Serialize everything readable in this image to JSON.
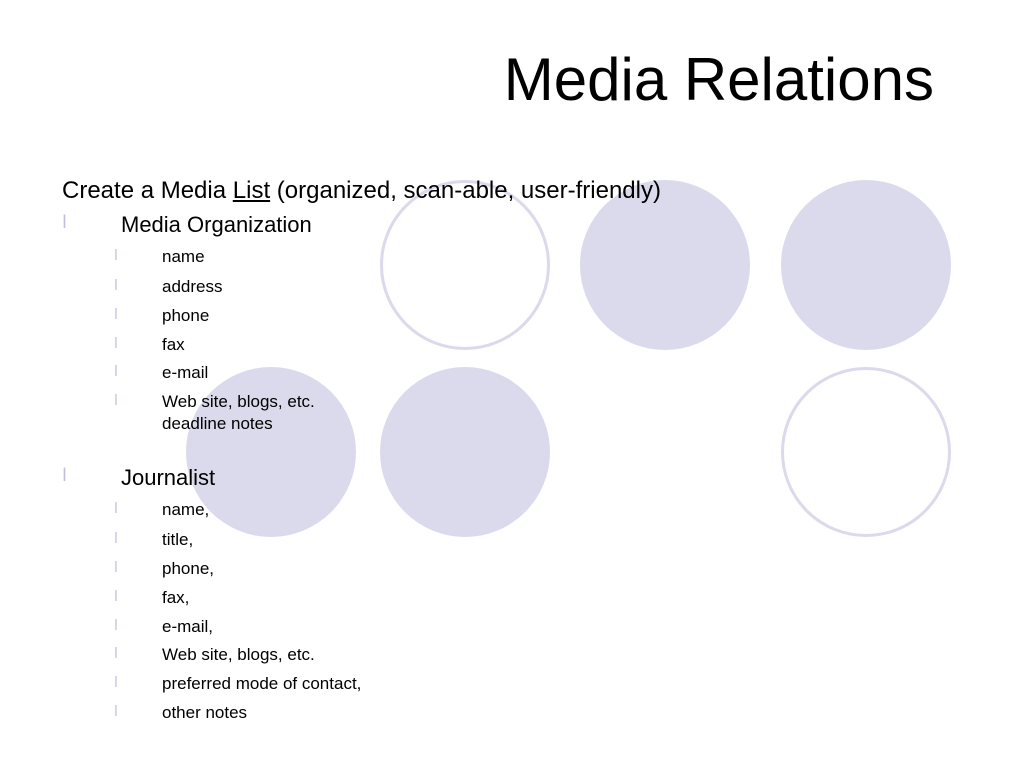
{
  "slide": {
    "title": "Media Relations",
    "intro": {
      "before": "Create a Media ",
      "link_word": "List",
      "after": " (organized, scan-able, user-friendly)"
    },
    "bullet_glyph": "l",
    "sections": [
      {
        "heading": "Media Organization",
        "items": [
          "name",
          "address",
          "phone",
          "fax",
          "e-mail",
          "Web site, blogs, etc."
        ],
        "continuation": "deadline notes"
      },
      {
        "heading": "Journalist",
        "items": [
          "name,",
          "title,",
          "phone,",
          "fax,",
          "e-mail,",
          "Web site, blogs, etc.",
          "preferred mode of contact,",
          "other notes"
        ]
      }
    ],
    "colors": {
      "circle_fill": "#dadaec",
      "circle_outline": "#dadaec",
      "bullet": "#c0c0dc"
    }
  }
}
